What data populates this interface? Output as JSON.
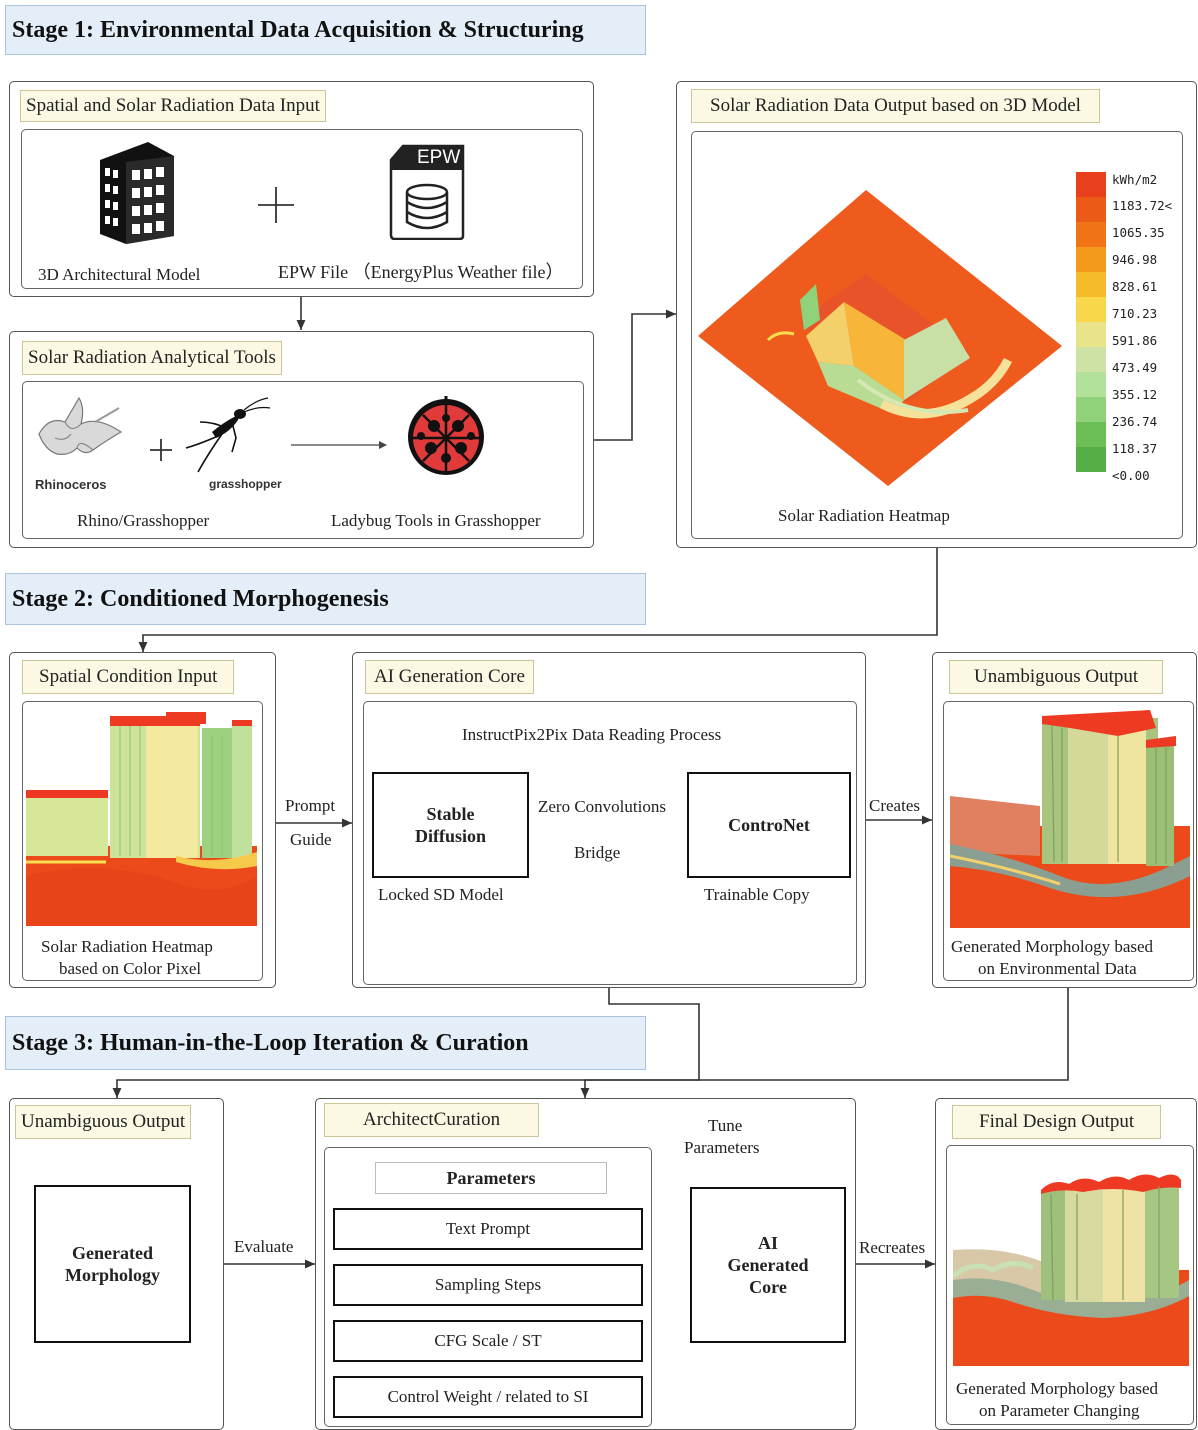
{
  "stages": {
    "s1": "Stage 1: Environmental Data Acquisition & Structuring",
    "s2": "Stage 2: Conditioned Morphogenesis",
    "s3": "Stage 3: Human-in-the-Loop Iteration & Curation"
  },
  "stage1": {
    "input_panel": {
      "label": "Spatial and Solar Radiation Data Input",
      "model_caption": "3D Architectural Model",
      "epw_badge": "EPW",
      "epw_caption": "EPW File （EnergyPlus Weather file）"
    },
    "tools_panel": {
      "label": "Solar Radiation Analytical Tools",
      "rhino_logo": "Rhinoceros",
      "grasshopper_logo": "grasshopper",
      "rhino_caption": "Rhino/Grasshopper",
      "ladybug_caption": "Ladybug Tools in Grasshopper"
    },
    "output_panel": {
      "label": "Solar Radiation Data Output based on 3D Model",
      "caption": "Solar Radiation Heatmap",
      "legend_unit": "kWh/m2",
      "legend_values": [
        "1183.72<",
        "1065.35",
        "946.98",
        "828.61",
        "710.23",
        "591.86",
        "473.49",
        "355.12",
        "236.74",
        "118.37",
        "<0.00"
      ],
      "legend_colors": [
        "#e8401c",
        "#ec5a18",
        "#f07416",
        "#f39a1c",
        "#f6bb2a",
        "#f8d84a",
        "#e9e38a",
        "#cfe2a5",
        "#b2e29a",
        "#8fd27a",
        "#6cbf55",
        "#55ad45"
      ]
    }
  },
  "stage2": {
    "spatial": {
      "label": "Spatial Condition Input",
      "caption1": "Solar Radiation Heatmap",
      "caption2": "based on Color Pixel"
    },
    "conn_prompt": "Prompt",
    "conn_guide": "Guide",
    "ai_core": {
      "label": "AI Generation Core",
      "process": "InstructPix2Pix Data Reading Process",
      "sd_line1": "Stable",
      "sd_line2": "Diffusion",
      "sd_caption": "Locked SD Model",
      "zero_conv": "Zero Convolutions",
      "bridge": "Bridge",
      "cn": "ControNet",
      "cn_caption": "Trainable Copy"
    },
    "conn_creates": "Creates",
    "output": {
      "label": "Unambiguous Output",
      "caption1": "Generated Morphology based",
      "caption2": "on Environmental Data"
    }
  },
  "stage3": {
    "unambiguous": {
      "label": "Unambiguous Output",
      "box_line1": "Generated",
      "box_line2": "Morphology"
    },
    "conn_evaluate": "Evaluate",
    "curation": {
      "label": "ArchitectCuration",
      "params_header": "Parameters",
      "params": [
        "Text Prompt",
        "Sampling Steps",
        "CFG Scale / ST",
        "Control Weight / related to SI"
      ],
      "tune1": "Tune",
      "tune2": "Parameters",
      "ai_line1": "AI",
      "ai_line2": "Generated",
      "ai_line3": "Core"
    },
    "conn_recreates": "Recreates",
    "final": {
      "label": "Final Design Output",
      "caption1": "Generated Morphology based",
      "caption2": "on Parameter Changing"
    }
  }
}
